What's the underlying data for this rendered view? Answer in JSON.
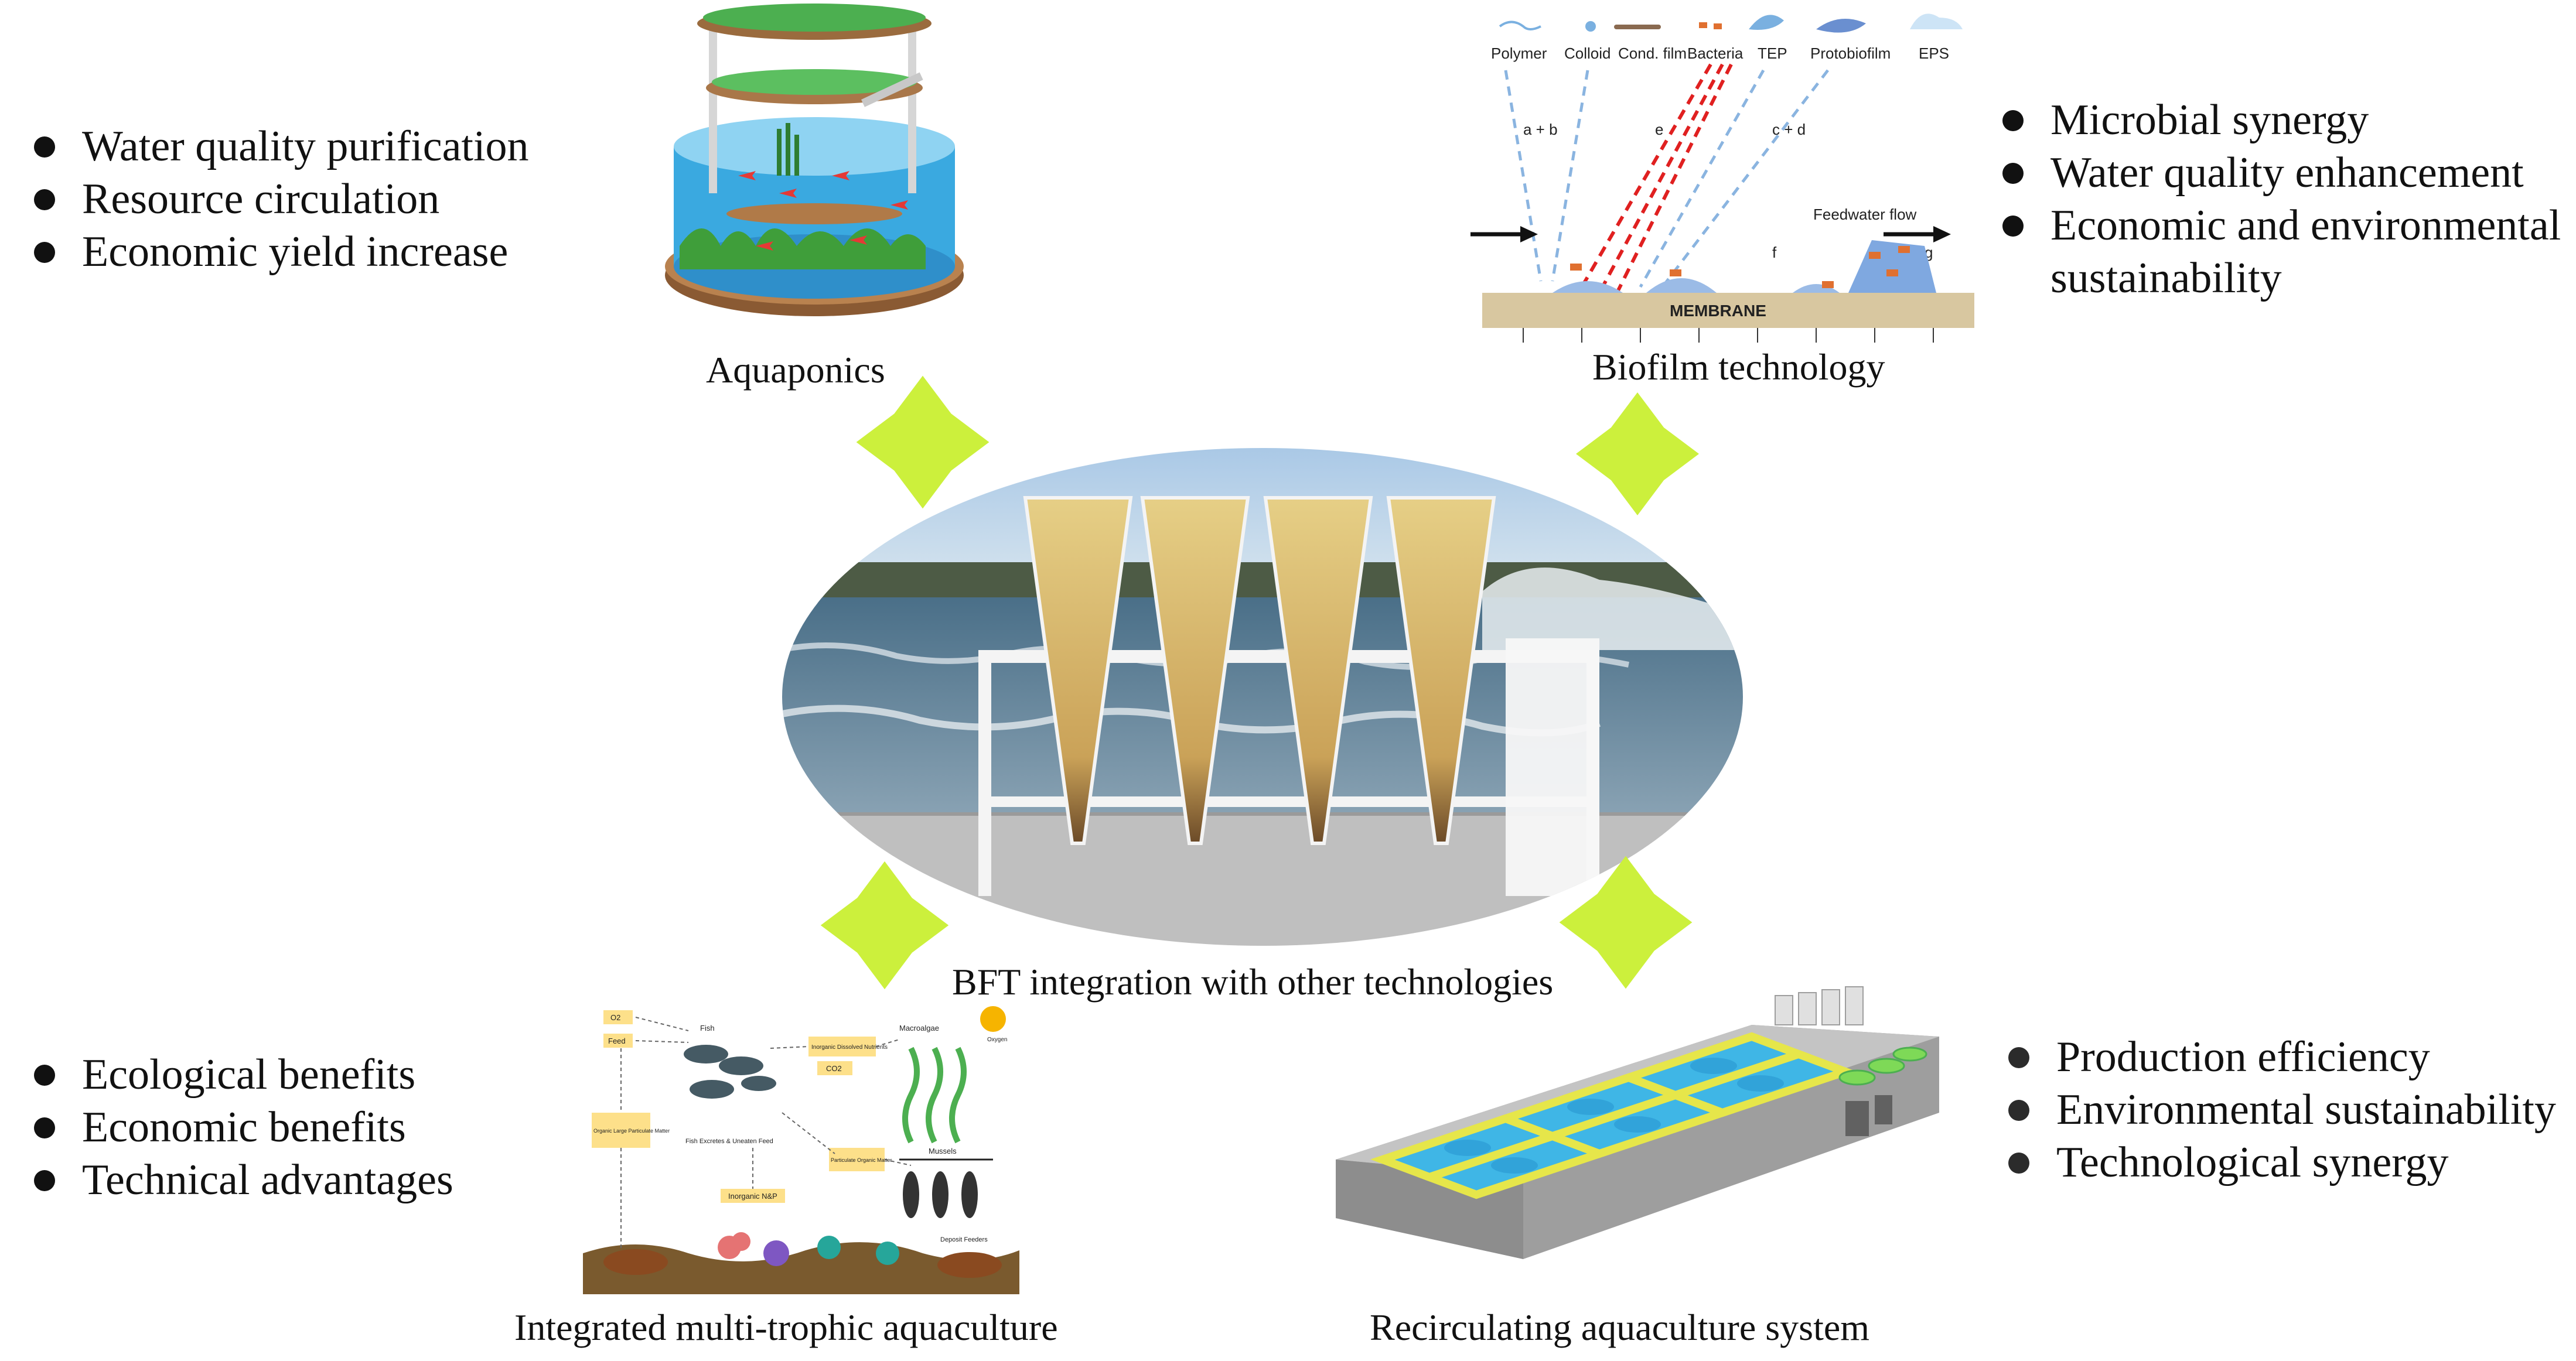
{
  "center": {
    "caption": "BFT integration with other technologies"
  },
  "aquaponics": {
    "caption": "Aquaponics",
    "bullets": [
      "Water quality purification",
      "Resource circulation",
      "Economic yield increase"
    ]
  },
  "biofilm": {
    "caption": "Biofilm technology",
    "bullets": [
      "Microbial synergy",
      "Water quality enhancement",
      "Economic and environmental",
      "sustainability"
    ],
    "diagram": {
      "labels": [
        "Polymer",
        "Colloid",
        "Cond. film",
        "Bacteria",
        "TEP",
        "Protobiofilm",
        "EPS"
      ],
      "paths": [
        "a + b",
        "e",
        "c + d",
        "f",
        "g"
      ],
      "flow": "Feedwater flow",
      "membrane": "MEMBRANE"
    }
  },
  "imta": {
    "caption": "Integrated multi-trophic aquaculture",
    "bullets": [
      "Ecological benefits",
      "Economic benefits",
      "Technical advantages"
    ],
    "diagram": {
      "nodes": [
        "O2",
        "Feed",
        "Fish",
        "Inorganic Dissolved Nutrients",
        "CO2",
        "Macroalgae",
        "Oxygen",
        "Organic Large Particulate Matter",
        "Fish Excretes & Uneaten Feed",
        "Particulate Organic Matter",
        "Mussels",
        "Inorganic N&P",
        "Deposit Feeders"
      ]
    }
  },
  "ras": {
    "caption": "Recirculating aquaculture system",
    "bullets": [
      "Production efficiency",
      "Environmental sustainability",
      "Technological synergy"
    ]
  },
  "colors": {
    "connector": "#ccf03c",
    "water": "#4fc3e8",
    "accent_yellow": "#e6e64a",
    "membrane": "#d8c7a0"
  }
}
